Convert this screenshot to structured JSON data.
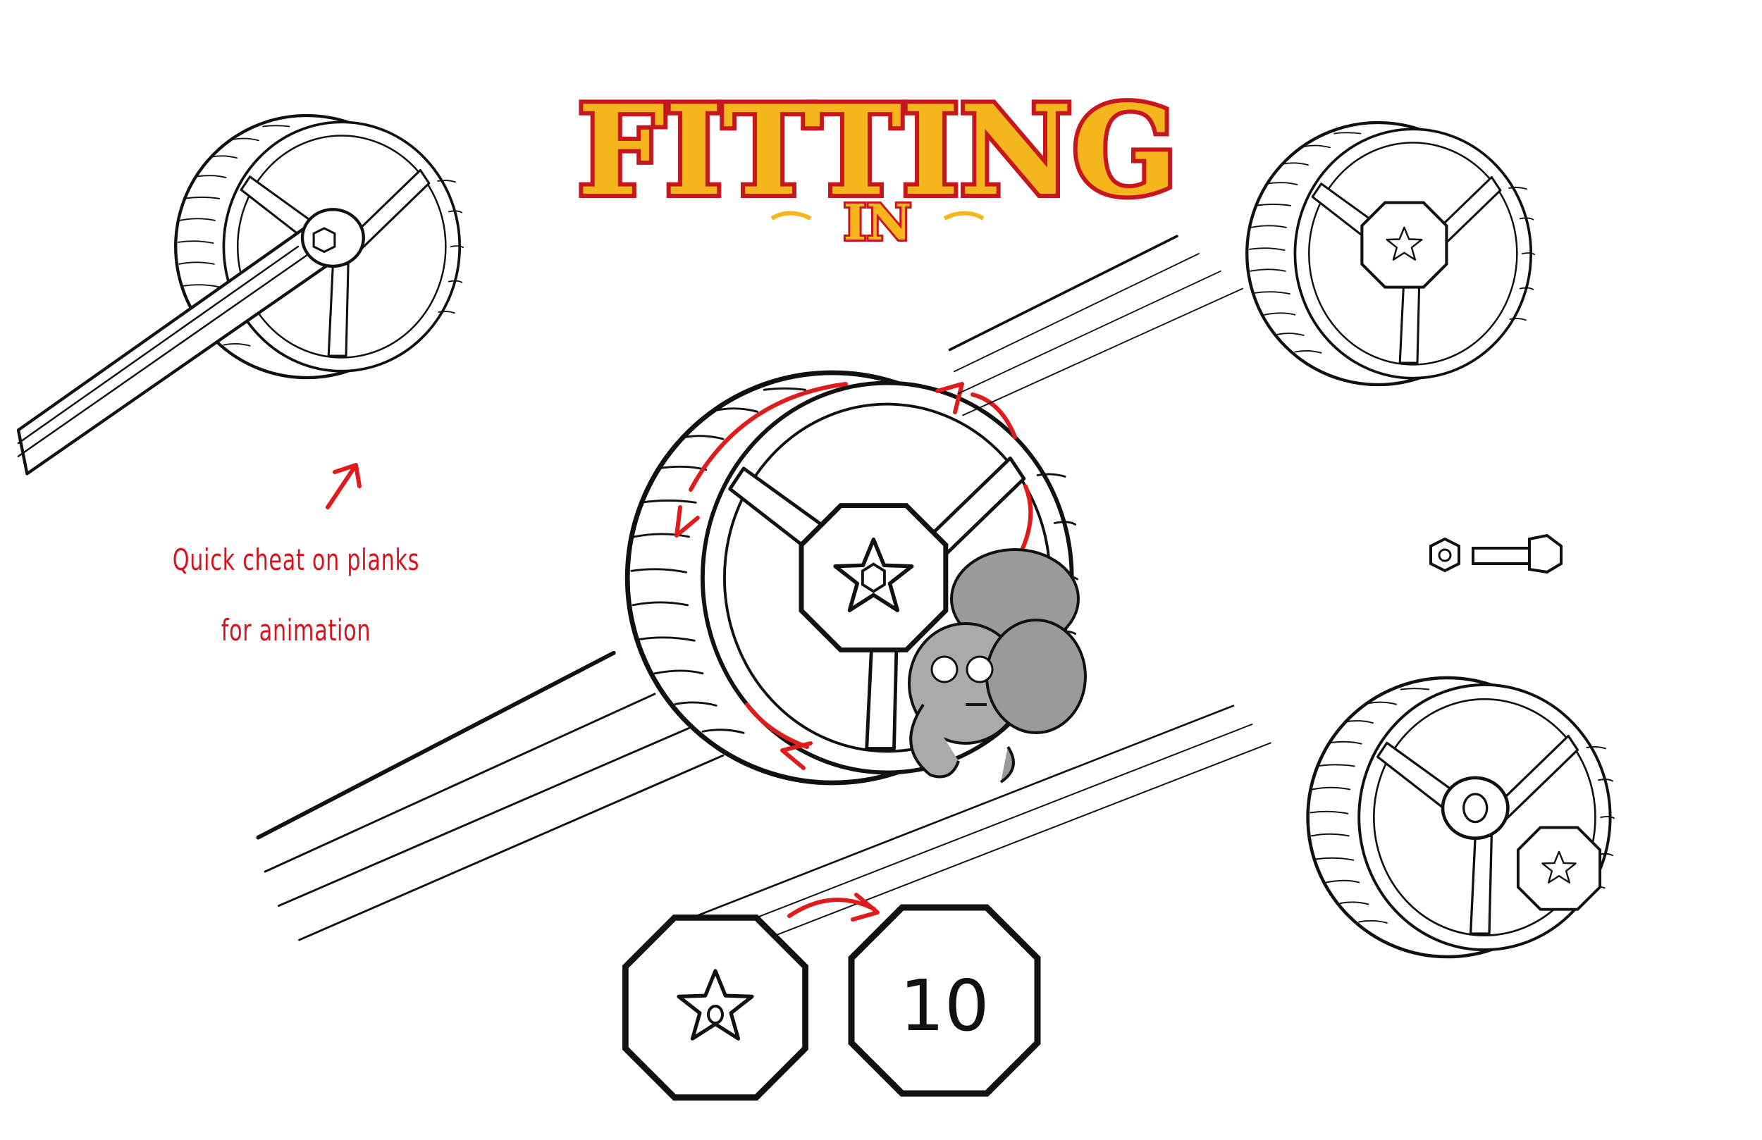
{
  "title": {
    "line1": "FITTING",
    "line2": "IN"
  },
  "notes": {
    "line1": "Quick cheat on planks",
    "line2": "for animation"
  },
  "nut_label": "10",
  "colors": {
    "ink": "#111111",
    "annotation_red": "#e01b1b",
    "title_red": "#c8161d",
    "title_gold": "#f5b51d",
    "character_gray": "#9a9a9a"
  },
  "icons": [
    "hamster-wheel",
    "star-bolt-cap",
    "hex-nut",
    "bolt",
    "elephant-character",
    "curved-arrow"
  ]
}
